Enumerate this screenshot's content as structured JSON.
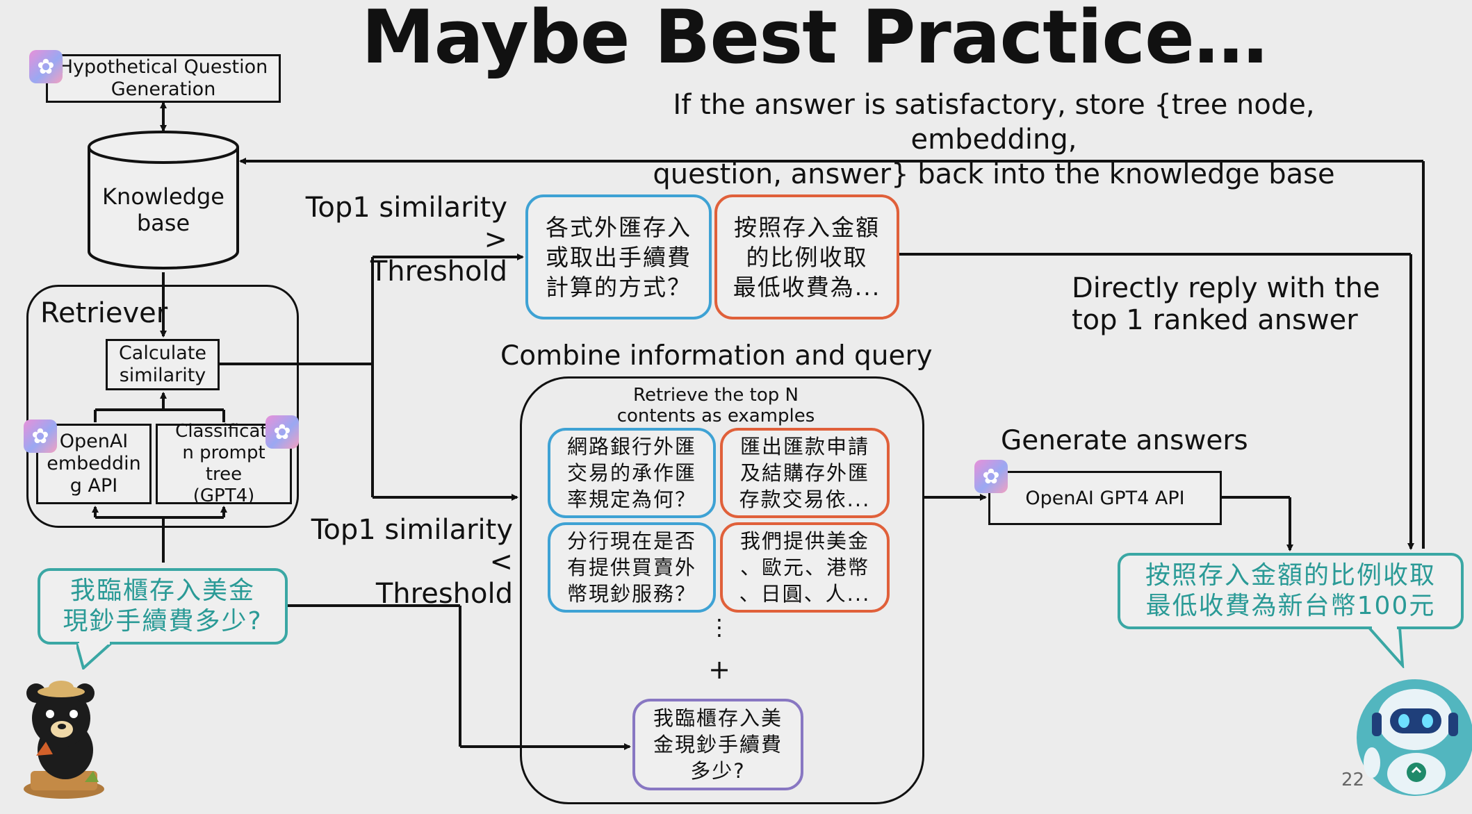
{
  "title": "Maybe Best Practice…",
  "store_note": [
    "If the answer is satisfactory, store {tree node, embedding,",
    "question, answer} back into the knowledge base"
  ],
  "hyp_question": [
    "Hypothetical Question",
    "Generation"
  ],
  "knowledge_base": [
    "Knowledge",
    "base"
  ],
  "retriever": {
    "label": "Retriever",
    "calc": [
      "Calculate",
      "similarity"
    ],
    "embedding": [
      "OpenAI",
      "embeddin",
      "g API"
    ],
    "classification": [
      "Classificati",
      "n prompt",
      "tree",
      "(GPT4)"
    ]
  },
  "top1_gt": [
    "Top1 similarity >",
    "Threshold"
  ],
  "top1_lt": [
    "Top1 similarity <",
    "Threshold"
  ],
  "qa_match": {
    "question": [
      "各式外匯存入",
      "或取出手續費",
      "計算的方式？"
    ],
    "answer": [
      "按照存入金額",
      "的比例收取",
      "最低收費為..."
    ]
  },
  "direct_reply": [
    "Directly reply with the",
    "top 1 ranked answer"
  ],
  "combine": {
    "label": "Combine information and query",
    "retrieve_note": [
      "Retrieve the top N",
      "contents as examples"
    ],
    "q1": [
      "網路銀行外匯",
      "交易的承作匯",
      "率規定為何？"
    ],
    "a1": [
      "匯出匯款申請",
      "及結購存外匯",
      "存款交易依..."
    ],
    "q2": [
      "分行現在是否",
      "有提供買賣外",
      "幣現鈔服務？"
    ],
    "a2": [
      "我們提供美金",
      "、歐元、港幣",
      "、日圓、人..."
    ],
    "ellipsis": "⋮",
    "plus": "+",
    "query": [
      "我臨櫃存入美",
      "金現鈔手續費",
      "多少?"
    ]
  },
  "generate": {
    "label": "Generate answers",
    "api": "OpenAI GPT4 API"
  },
  "user_bubble": [
    "我臨櫃存入美金",
    "現鈔手續費多少?"
  ],
  "bot_bubble": [
    "按照存入金額的比例收取",
    "最低收費為新台幣100元"
  ],
  "page_number": "22",
  "icons": [
    "openai-logo-icon",
    "bear-mascot-icon",
    "robot-mascot-icon"
  ],
  "colors": {
    "question_border": "#3ea2d4",
    "answer_border": "#e0603a",
    "query_border": "#8877c2",
    "bubble": "#3aa7a4"
  }
}
